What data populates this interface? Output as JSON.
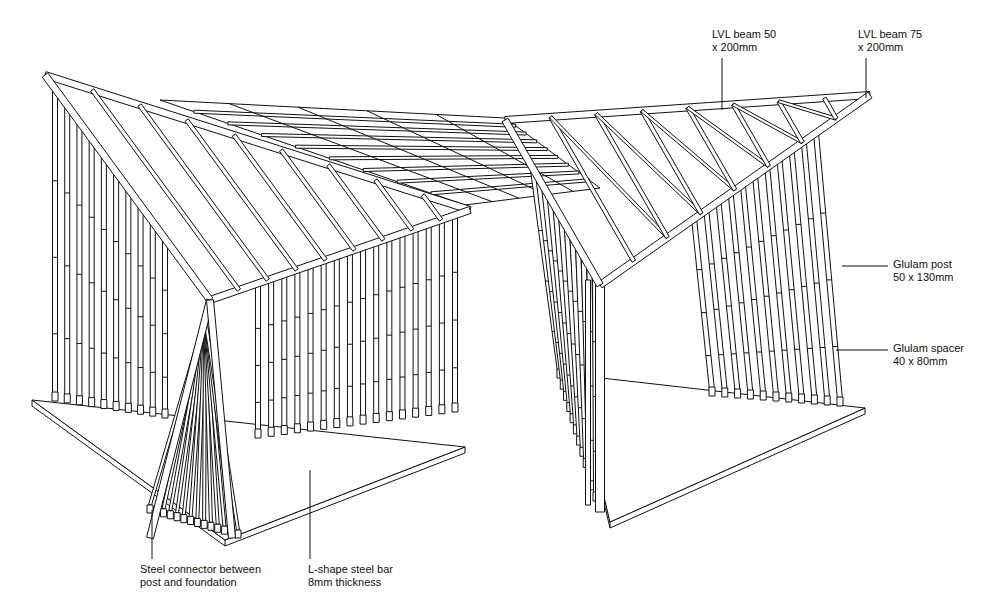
{
  "diagram": {
    "labels": [
      "LVL beam 50 x 200mm",
      "LVL beam 75 x 200mm",
      "Glulam post 50 x 130mm",
      "Glulam spacer 40 x 80mm",
      "Steel connector between post and foundation",
      "L-shape steel bar 8mm thickness"
    ]
  }
}
